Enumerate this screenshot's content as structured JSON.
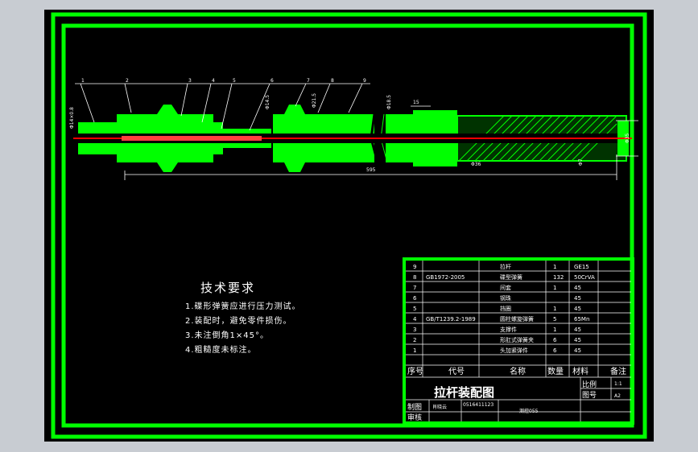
{
  "drawing": {
    "title": "拉杆装配图",
    "scale_label": "比例",
    "scale_value": "1:1",
    "drawing_no_label": "图号",
    "sheet_size": "A2",
    "designer_label": "制图",
    "designer_name": "肖晓云",
    "student_no": "0516411123",
    "reviewer_label": "审核",
    "class_name": "测控055"
  },
  "requirements": {
    "title": "技术要求",
    "items": [
      "1.碟形弹簧应进行压力测试。",
      "2.装配时，避免零件损伤。",
      "3.未注倒角1×45°。",
      "4.粗糙度未标注。"
    ]
  },
  "bom_header": [
    "序号",
    "代号",
    "名称",
    "数量",
    "材料",
    "备注"
  ],
  "bom": [
    {
      "no": "9",
      "code": "",
      "name": "拉杆",
      "qty": "1",
      "material": "GE15"
    },
    {
      "no": "8",
      "code": "GB1972-2005",
      "name": "碟型弹簧",
      "qty": "132",
      "material": "50CrVA"
    },
    {
      "no": "7",
      "code": "",
      "name": "间套",
      "qty": "1",
      "material": "45"
    },
    {
      "no": "6",
      "code": "",
      "name": "钢珠",
      "qty": "",
      "material": "45"
    },
    {
      "no": "5",
      "code": "",
      "name": "挡圈",
      "qty": "1",
      "material": "45"
    },
    {
      "no": "4",
      "code": "GB/T1239.2-1989",
      "name": "圆柱螺旋弹簧",
      "qty": "5",
      "material": "65Mn"
    },
    {
      "no": "3",
      "code": "",
      "name": "支撑件",
      "qty": "1",
      "material": "45"
    },
    {
      "no": "2",
      "code": "",
      "name": "形肛式弹簧夹",
      "qty": "6",
      "material": "45"
    },
    {
      "no": "1",
      "code": "",
      "name": "头加紧弹件",
      "qty": "6",
      "material": "45"
    }
  ],
  "balloons": [
    "1",
    "2",
    "3",
    "4",
    "5",
    "6",
    "7",
    "8",
    "9"
  ],
  "dimensions": {
    "overall_length": "595",
    "d_left": "Φ14×0.8",
    "d_a": "Φ14.5",
    "d_b": "Φ21.5",
    "d_c": "Φ18.5",
    "d_d": "Φ36",
    "d_e": "Φ35",
    "d_f": "Φ7",
    "l_15": "15"
  },
  "colors": {
    "frame": "#00ff00",
    "part": "#00ff00",
    "centerline": "#ff0000",
    "background": "#000000",
    "text": "#ffffff"
  }
}
